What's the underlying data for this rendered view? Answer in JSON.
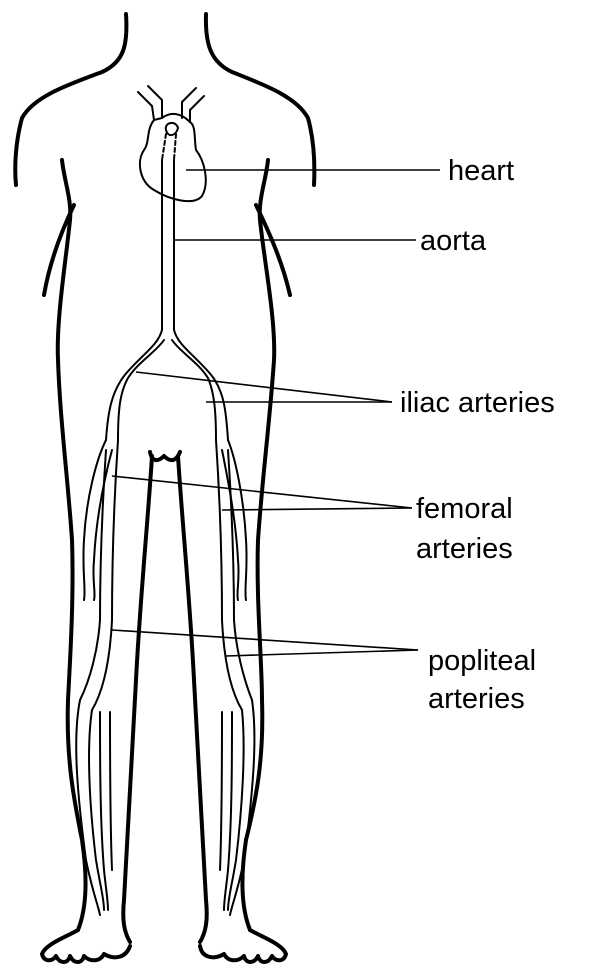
{
  "labels": {
    "heart": "heart",
    "aorta": "aorta",
    "iliac": "iliac arteries",
    "femoral_line1": "femoral",
    "femoral_line2": "arteries",
    "popliteal_line1": "popliteal",
    "popliteal_line2": "arteries"
  },
  "colors": {
    "ink": "#000000",
    "background": "#ffffff"
  }
}
